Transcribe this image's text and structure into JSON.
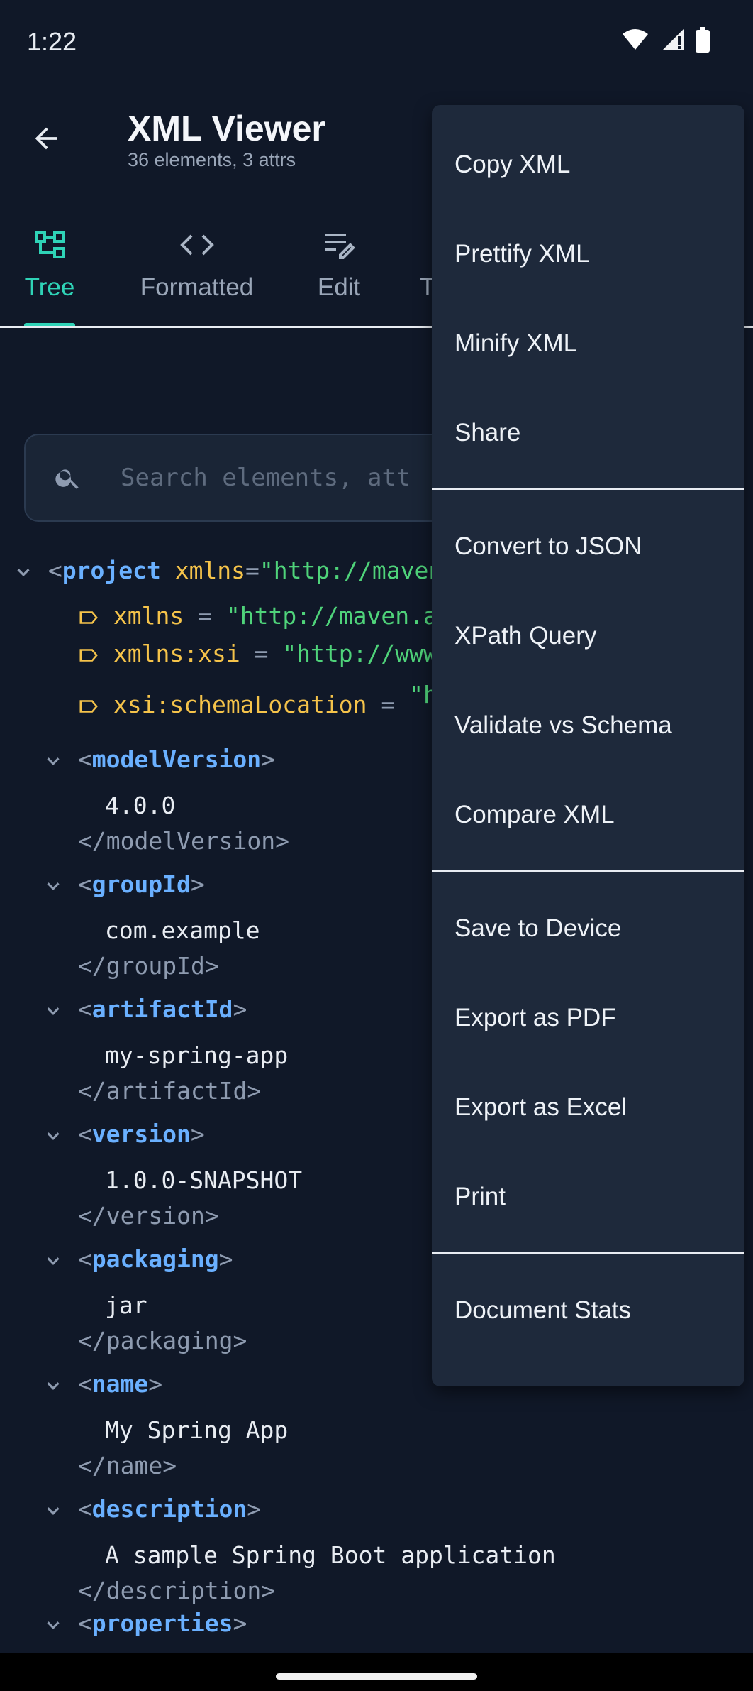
{
  "status": {
    "time": "1:22"
  },
  "header": {
    "title": "XML Viewer",
    "subtitle": "36 elements, 3 attrs"
  },
  "tabs": [
    {
      "label": "Tree",
      "icon": "tree-icon",
      "active": true
    },
    {
      "label": "Formatted",
      "icon": "code-icon",
      "active": false
    },
    {
      "label": "Edit",
      "icon": "edit-notes-icon",
      "active": false
    },
    {
      "label": "T",
      "icon": "",
      "active": false
    }
  ],
  "search": {
    "placeholder": "Search elements, att"
  },
  "tree": {
    "root": {
      "open": "<",
      "tag": "project",
      "attr": "xmlns",
      "eq": "=",
      "val": "\"http://maven"
    },
    "attrs": [
      {
        "name": "xmlns",
        "eq": "=",
        "val": "\"http://maven.ap"
      },
      {
        "name": "xmlns:xsi",
        "eq": "=",
        "val": "\"http://www"
      },
      {
        "name": "xsi:schemaLocation",
        "eq": "=",
        "val": "\"h"
      }
    ],
    "elements": [
      {
        "tag": "modelVersion",
        "text": "4.0.0",
        "close": "</modelVersion>"
      },
      {
        "tag": "groupId",
        "text": "com.example",
        "close": "</groupId>"
      },
      {
        "tag": "artifactId",
        "text": "my-spring-app",
        "close": "</artifactId>"
      },
      {
        "tag": "version",
        "text": "1.0.0-SNAPSHOT",
        "close": "</version>"
      },
      {
        "tag": "packaging",
        "text": "jar",
        "close": "</packaging>"
      },
      {
        "tag": "name",
        "text": "My Spring App",
        "close": "</name>"
      },
      {
        "tag": "description",
        "text": "A sample Spring Boot application",
        "close": "</description>"
      }
    ],
    "last": {
      "tag": "properties"
    },
    "lt": "<",
    "gt": ">"
  },
  "menu": {
    "groups": [
      [
        "Copy XML",
        "Prettify XML",
        "Minify XML",
        "Share"
      ],
      [
        "Convert to JSON",
        "XPath Query",
        "Validate vs Schema",
        "Compare XML"
      ],
      [
        "Save to Device",
        "Export as PDF",
        "Export as Excel",
        "Print"
      ],
      [
        "Document Stats"
      ]
    ]
  },
  "colors": {
    "background": "#101828",
    "accent": "#2fd3b7",
    "tag": "#6ab0ff",
    "attr": "#f5c34a",
    "value": "#4fd37a",
    "menu": "#1e293b"
  }
}
